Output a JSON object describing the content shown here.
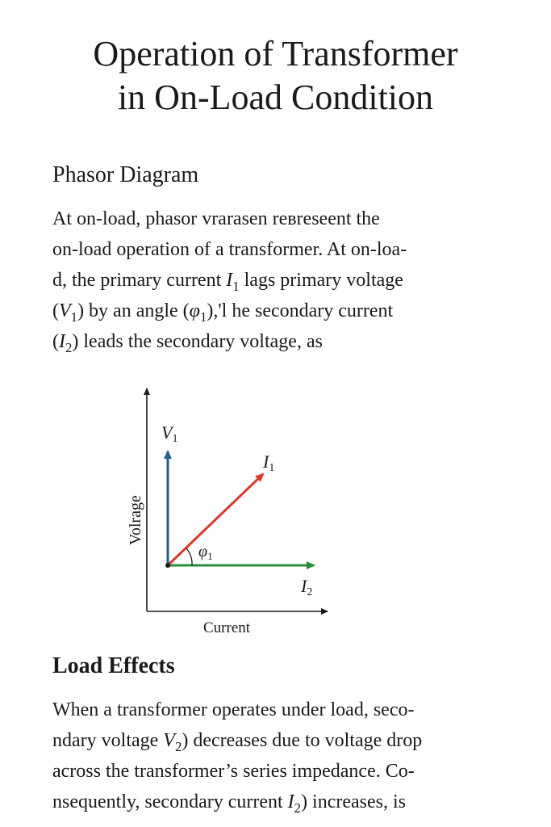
{
  "title": {
    "line1": "Operation of Transformer",
    "line2": "in On-Load Condition"
  },
  "phasor_section": {
    "heading": "Phasor Diagram",
    "paragraph": {
      "line1": "At on-load, phasor vrarasen reвreseent the",
      "line2": "on-load operation of a transformer. At on-loa-",
      "line3_a": "d, the primary current ",
      "line3_var": "I",
      "line3_sub": "1",
      "line3_b": " lags primary voltage",
      "line4_a": "(",
      "line4_var": "V",
      "line4_sub": "1",
      "line4_b": ") by an angle (",
      "line4_phi": "φ",
      "line4_phi_sub": "1",
      "line4_c": "),'l he secondary current",
      "line5_a": "(",
      "line5_var": "I",
      "line5_sub": "2",
      "line5_b": ") leads the secondary voltage, as"
    }
  },
  "diagram": {
    "y_axis_label": "Volrage",
    "x_axis_label": "Current",
    "v1_label": "V",
    "v1_sub": "1",
    "i1_label": "I",
    "i1_sub": "1",
    "i2_label": "I",
    "i2_sub": "2",
    "phi_label": "φ",
    "phi_sub": "1",
    "colors": {
      "v1": "#1f5f8b",
      "i1": "#d93a2b",
      "i2": "#2e8b3a",
      "axis": "#1a1a1a"
    }
  },
  "load_section": {
    "heading": "Load Effects",
    "paragraph": {
      "line1": "When a transformer operates under load, seco-",
      "line2_a": "ndary voltage ",
      "line2_var": "V",
      "line2_sub": "2",
      "line2_b": ") decreases due to voltage drop",
      "line3": "across the transformer’s series impedance. Co-",
      "line4_a": "nsequently, secondary current ",
      "line4_var": "I",
      "line4_sub": "2",
      "line4_b": ") increases, is"
    }
  }
}
